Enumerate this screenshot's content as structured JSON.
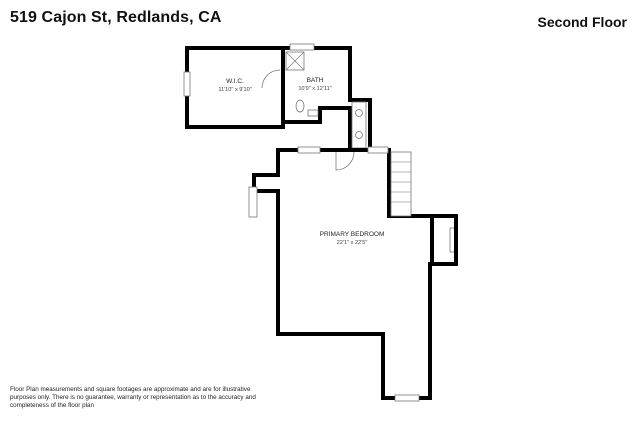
{
  "header": {
    "address": "519 Cajon St, Redlands, CA",
    "floor": "Second Floor"
  },
  "rooms": {
    "wic": {
      "name": "W.I.C.",
      "dims": "11'10\" x 9'10\""
    },
    "bath": {
      "name": "BATH",
      "dims": "10'9\" x 12'11\""
    },
    "primary_bedroom": {
      "name": "PRIMARY BEDROOM",
      "dims": "22'1\" x 22'5\""
    }
  },
  "footer": {
    "disclaimer": "Floor Plan measurements and square footages are approximate and are for illustrative purposes only. There is no guarantee, warranty or representation as to the accuracy and completeness of the floor plan"
  },
  "colors": {
    "wall": "#000000",
    "background": "#ffffff",
    "fixture": "#888888"
  }
}
